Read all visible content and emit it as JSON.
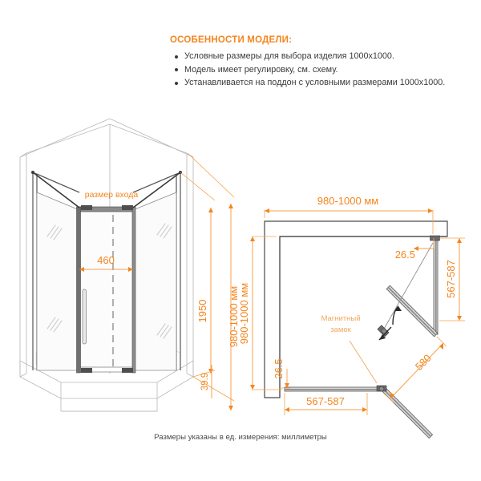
{
  "features": {
    "title": "ОСОБЕННОСТИ МОДЕЛИ:",
    "items": [
      "Условные размеры для выбора изделия 1000x1000.",
      "Модель имеет регулировку, см. схему.",
      "Устанавливается на поддон с условными размерами 1000x1000."
    ]
  },
  "caption": "Размеры указаны в ед. измерения: миллиметры",
  "iso_view": {
    "entrance_label": "размер входа",
    "door_width": "460",
    "height_total": "1950",
    "base_height": "39.9",
    "overall": "980-1000 мм"
  },
  "plan_view": {
    "top_dim": "980-1000 мм",
    "left_dim": "980-1000 мм",
    "right_dim": "567-587",
    "bottom_dim": "567-587",
    "offset_top": "26.5",
    "offset_bottom": "26.5",
    "door_leaf": "580",
    "magnet_label_line1": "Магнитный",
    "magnet_label_line2": "замок"
  },
  "colors": {
    "accent_orange": "#F5851F",
    "light_orange": "#F0A860",
    "dim_line": "#F6A14A",
    "outline_dark": "#3a3a3a",
    "outline_light": "#b8b8b8",
    "text_dark": "#3a3a3a"
  }
}
